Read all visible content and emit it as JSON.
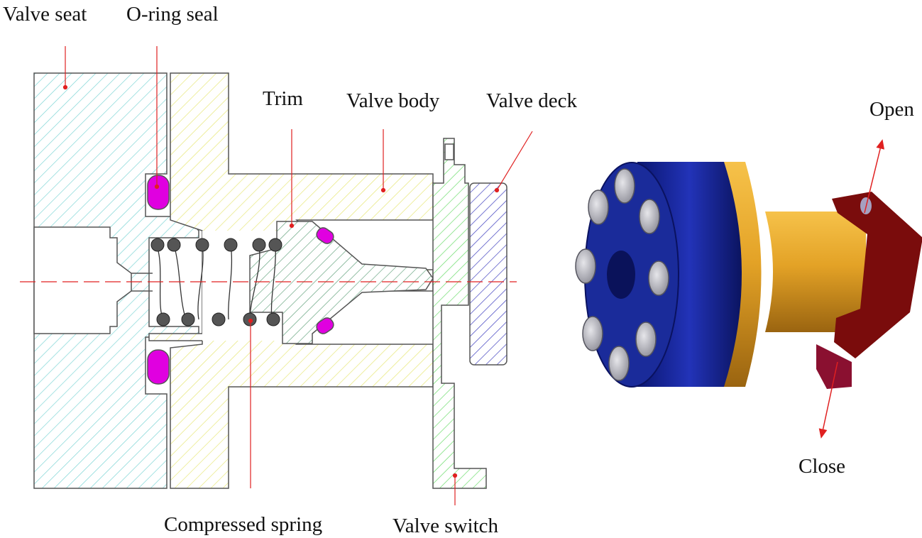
{
  "labels": {
    "valve_seat": "Valve seat",
    "o_ring_seal": "O-ring seal",
    "trim": "Trim",
    "valve_body": "Valve body",
    "valve_deck": "Valve deck",
    "compressed_spring": "Compressed spring",
    "valve_switch": "Valve switch",
    "open": "Open",
    "close": "Close"
  },
  "colors": {
    "valve_seat_hatch": "#7fd6d6",
    "valve_body_hatch": "#e8e878",
    "trim_hatch": "#5fa07a",
    "valve_switch_hatch": "#6cdc6c",
    "valve_deck_hatch": "#4040c0",
    "o_ring": "#e000e0",
    "spring_coil": "#555555",
    "leader_lines": "#e02020",
    "centerline": "#e02020",
    "model_cap": "#1e2fa8",
    "model_body": "#e0a020",
    "model_handle": "#8a1010"
  }
}
